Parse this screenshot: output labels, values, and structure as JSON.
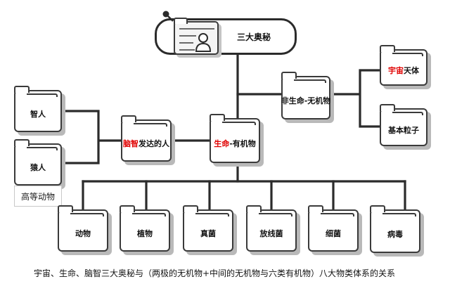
{
  "title_node": {
    "label": "三大奥秘"
  },
  "nodes": {
    "universe": {
      "highlight": "宇宙",
      "rest": "天体"
    },
    "particles": {
      "label": "基本粒子"
    },
    "nonlife": {
      "label": "非生命-无机物"
    },
    "life": {
      "highlight": "生命",
      "rest": "-有机物"
    },
    "brain": {
      "highlight": "脑智",
      "rest": "发达的人"
    },
    "sapiens": {
      "label": "智人"
    },
    "ape": {
      "label": "猿人"
    },
    "animal": {
      "label": "动物"
    },
    "plant": {
      "label": "植物"
    },
    "fungi": {
      "label": "真菌"
    },
    "actino": {
      "label": "放线菌"
    },
    "bacteria": {
      "label": "细菌"
    },
    "virus": {
      "label": "病毒"
    }
  },
  "tag": {
    "label": "高等动物"
  },
  "caption": {
    "text": "宇宙、生命、脑智三大奥秘与（两极的无机物+中间的无机物与六类有机物）八大物类体系的关系"
  },
  "colors": {
    "highlight": "#e00000",
    "line": "#2b2b2b",
    "shadow": "#b9b9b9"
  }
}
